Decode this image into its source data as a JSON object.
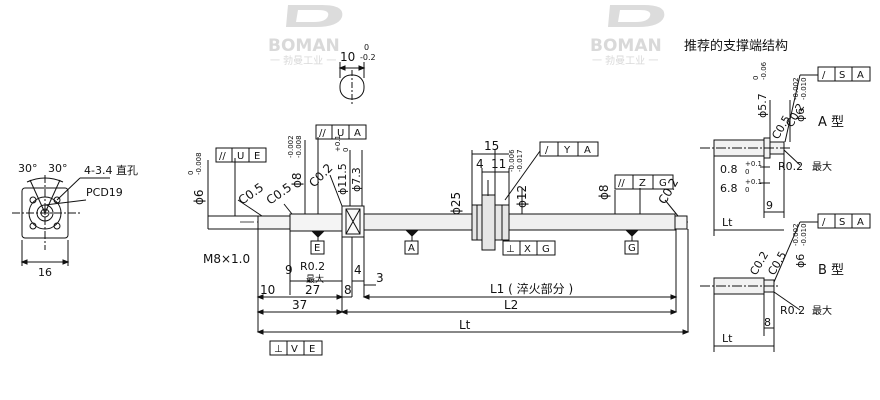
{
  "watermark": {
    "brand": "BOMAN",
    "sub": "一 勃曼工业 一"
  },
  "notes": {
    "support_title": "推荐的支撑端结构",
    "type_a": "A 型",
    "type_b": "B 型"
  },
  "left_view": {
    "ang1": "30°",
    "ang2": "30°",
    "hole": "4-3.4 直孔",
    "pcd": "PCD19",
    "width": "16"
  },
  "section": {
    "dim": "10",
    "tol": "0\n-0.2"
  },
  "shaft": {
    "d6": "ϕ6",
    "d6_tol": "0\n-0.008",
    "c05a": "C0.5",
    "c05b": "C0.5",
    "d8": "ϕ8",
    "d8_tol": "-0.002\n-0.008",
    "c02": "C0.2",
    "d115": "ϕ11.5",
    "d115_tol": "+0.1\n0",
    "d73": "ϕ7.3",
    "m8": "M8×1.0",
    "r02": "R0.2",
    "max": "最大",
    "d25": "ϕ25",
    "d12": "ϕ12",
    "d12_tol": "-0.006\n-0.017",
    "d8b": "ϕ8",
    "c02b": "C0.2",
    "dim15": "15",
    "dim4": "4",
    "dim11": "11",
    "dim9": "9",
    "dim10": "10",
    "dim27": "27",
    "dim37": "37",
    "dim8": "8",
    "dim4b": "4",
    "dim3": "3",
    "l1": "L1 ( 淬火部分 )",
    "l2": "L2",
    "lt": "Lt"
  },
  "frames": {
    "f1": [
      "//",
      "U",
      "E"
    ],
    "f2": [
      "//",
      "U",
      "A"
    ],
    "f3": [
      "/",
      "Y",
      "A"
    ],
    "f4": [
      "⊥",
      "X",
      "G"
    ],
    "f5": [
      "//",
      "Z",
      "G"
    ],
    "f6": [
      "⊥",
      "V",
      "E"
    ],
    "f7": [
      "/",
      "S",
      "A"
    ],
    "f8": [
      "/",
      "S",
      "A"
    ]
  },
  "datums": {
    "e": "E",
    "a": "A",
    "g": "G"
  },
  "support_a": {
    "d57": "ϕ5.7",
    "d57_tol": "0\n-0.06",
    "c05": "C0.5",
    "c02": "C0.2",
    "d6": "ϕ6",
    "d6_tol": "-0.002\n-0.010",
    "r02": "R0.2",
    "max": "最大",
    "d08": "0.8",
    "d08_tol": "+0.1\n0",
    "d68": "6.8",
    "d68_tol": "+0.1\n0",
    "d9": "9",
    "lt": "Lt"
  },
  "support_b": {
    "c02": "C0.2",
    "c05": "C0.5",
    "d6": "ϕ6",
    "d6_tol": "-0.002\n-0.010",
    "r02": "R0.2",
    "max": "最大",
    "d8": "8",
    "lt": "Lt"
  }
}
